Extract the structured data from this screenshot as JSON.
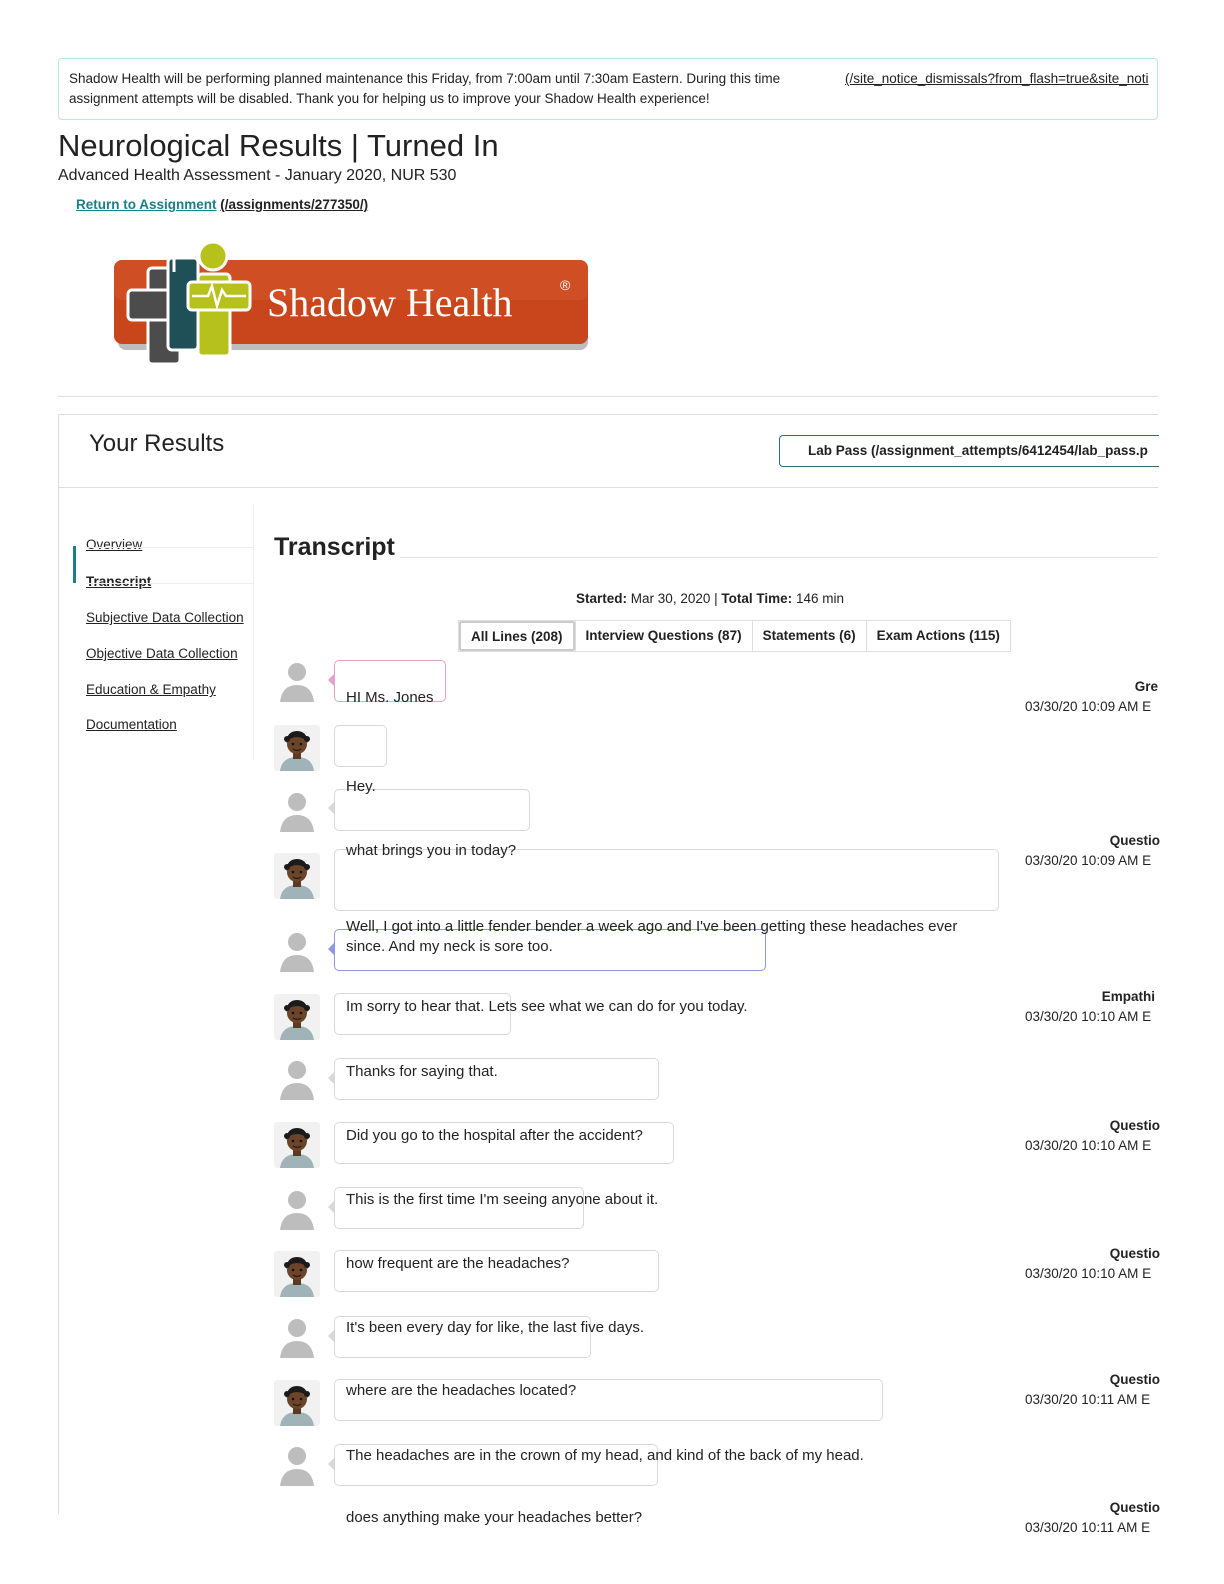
{
  "notice": {
    "text": "Shadow Health will be performing planned maintenance this Friday, from 7:00am until 7:30am Eastern. During this time assignment attempts will be disabled. Thank you for helping us to improve your Shadow Health experience!",
    "dismiss_link": "(/site_notice_dismissals?from_flash=true&site_noti"
  },
  "page": {
    "title": "Neurological Results | Turned In",
    "subtitle": "Advanced Health Assessment - January 2020, NUR 530",
    "return_label": "Return to Assignment",
    "return_path": "(/assignments/277350/)"
  },
  "logo": {
    "text": "Shadow Health",
    "mark": "®"
  },
  "results": {
    "title": "Your Results",
    "lab_pass": "Lab Pass (/assignment_attempts/6412454/lab_pass.p"
  },
  "sidebar": {
    "items": [
      {
        "label": "Overview"
      },
      {
        "label": "Transcript"
      },
      {
        "label": "Subjective Data Collection"
      },
      {
        "label": "Objective Data Collection"
      },
      {
        "label": "Education & Empathy"
      },
      {
        "label": "Documentation"
      }
    ]
  },
  "transcript": {
    "title": "Transcript",
    "started_label": "Started:",
    "started_value": "Mar 30, 2020",
    "separator": "|",
    "total_label": "Total Time:",
    "total_value": "146 min",
    "filters": [
      {
        "label": "All Lines (208)"
      },
      {
        "label": "Interview Questions (87)"
      },
      {
        "label": "Statements (6)"
      },
      {
        "label": "Exam Actions (115)"
      }
    ],
    "rows": [
      {
        "speaker": "student",
        "text": "HI Ms. Jones",
        "tag": "Gre",
        "time": "03/30/20 10:09 AM E"
      },
      {
        "speaker": "patient",
        "text": "",
        "tag": "",
        "time": ""
      },
      {
        "speaker": "student",
        "text": "Hey.",
        "tag": "",
        "time": ""
      },
      {
        "speaker": "patient",
        "text": "what brings you in today?",
        "tag": "Questio",
        "time": "03/30/20 10:09 AM E"
      },
      {
        "speaker": "student",
        "text": "Well, I got into a little fender bender a week ago and I've been getting these headaches ever since. And my neck is sore too.",
        "tag": "",
        "time": ""
      },
      {
        "speaker": "patient",
        "text": "Im sorry to hear that. Lets see what we can do for you today.",
        "tag": "Empathi",
        "time": "03/30/20 10:10 AM E"
      },
      {
        "speaker": "student",
        "text": "Thanks for saying that.",
        "tag": "",
        "time": ""
      },
      {
        "speaker": "patient",
        "text": "Did you go to the hospital after the accident?",
        "tag": "Questio",
        "time": "03/30/20 10:10 AM E"
      },
      {
        "speaker": "student",
        "text": "This is the first time I'm seeing anyone about it.",
        "tag": "",
        "time": ""
      },
      {
        "speaker": "patient",
        "text": "how frequent are the headaches?",
        "tag": "Questio",
        "time": "03/30/20 10:10 AM E"
      },
      {
        "speaker": "student",
        "text": "It's been every day for like, the last five days.",
        "tag": "",
        "time": ""
      },
      {
        "speaker": "patient",
        "text": "where are the headaches located?",
        "tag": "Questio",
        "time": "03/30/20 10:11 AM E"
      },
      {
        "speaker": "student",
        "text": "The headaches are in the crown of my head, and kind of the back of my head.",
        "tag": "",
        "time": ""
      },
      {
        "speaker": "none",
        "text": "does anything make your headaches better?",
        "tag": "Questio",
        "time": "03/30/20 10:11 AM E"
      }
    ]
  }
}
